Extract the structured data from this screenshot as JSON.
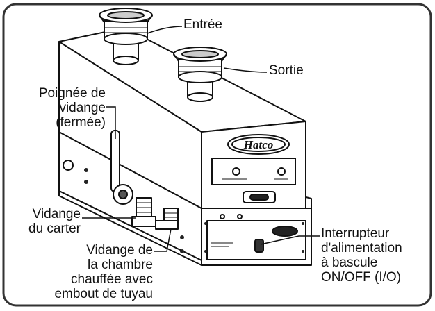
{
  "labels": {
    "inlet": "Entrée",
    "outlet": "Sortie",
    "drain_handle": [
      "Poignée de",
      "vidange",
      "(fermée)"
    ],
    "sump_drain": [
      "Vidange",
      "du carter"
    ],
    "chamber_drain": [
      "Vidange de",
      "la chambre",
      "chauffée avec",
      "embout de tuyau"
    ],
    "power_switch": [
      "Interrupteur",
      "d'alimentation",
      "à bascule",
      "ON/OFF (I/O)"
    ]
  },
  "logo": "Hatco",
  "colors": {
    "line": "#111111",
    "body": "#ffffff",
    "border": "#333333"
  }
}
